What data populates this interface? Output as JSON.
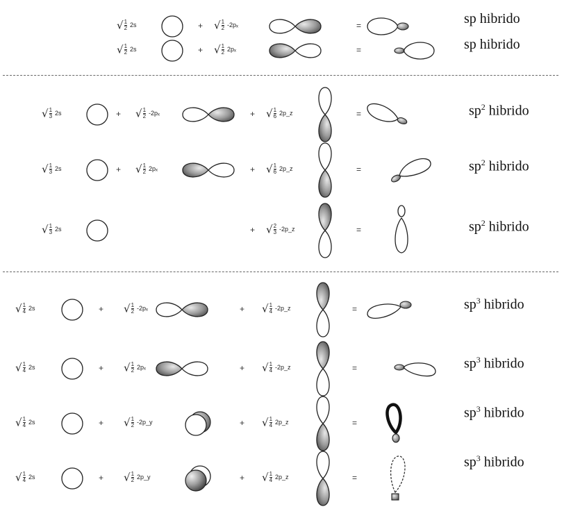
{
  "rows": [
    {
      "terms": [
        {
          "frac": [
            "1",
            "2"
          ],
          "orb": "2s"
        },
        {
          "frac": [
            "1",
            "2"
          ],
          "orb": "-2pₓ"
        }
      ],
      "label": {
        "base": "sp",
        "sup": "",
        "text": "hibrido"
      }
    },
    {
      "terms": [
        {
          "frac": [
            "1",
            "2"
          ],
          "orb": "2s"
        },
        {
          "frac": [
            "1",
            "2"
          ],
          "orb": "2pₓ"
        }
      ],
      "label": {
        "base": "sp",
        "sup": "",
        "text": "hibrido"
      }
    },
    {
      "terms": [
        {
          "frac": [
            "1",
            "3"
          ],
          "orb": "2s"
        },
        {
          "frac": [
            "1",
            "2"
          ],
          "orb": "-2pₓ"
        },
        {
          "frac": [
            "1",
            "6"
          ],
          "orb": "2p_z"
        }
      ],
      "label": {
        "base": "sp",
        "sup": "2",
        "text": "hibrido"
      }
    },
    {
      "terms": [
        {
          "frac": [
            "1",
            "3"
          ],
          "orb": "2s"
        },
        {
          "frac": [
            "1",
            "2"
          ],
          "orb": "2pₓ"
        },
        {
          "frac": [
            "1",
            "6"
          ],
          "orb": "2p_z"
        }
      ],
      "label": {
        "base": "sp",
        "sup": "2",
        "text": "hibrido"
      }
    },
    {
      "terms": [
        {
          "frac": [
            "1",
            "3"
          ],
          "orb": "2s"
        },
        {
          "frac": [
            "2",
            "3"
          ],
          "orb": "-2p_z"
        }
      ],
      "label": {
        "base": "sp",
        "sup": "2",
        "text": "hibrido"
      }
    },
    {
      "terms": [
        {
          "frac": [
            "1",
            "4"
          ],
          "orb": "2s"
        },
        {
          "frac": [
            "1",
            "2"
          ],
          "orb": "-2pₓ"
        },
        {
          "frac": [
            "1",
            "4"
          ],
          "orb": "-2p_z"
        }
      ],
      "label": {
        "base": "sp",
        "sup": "3",
        "text": "hibrido"
      }
    },
    {
      "terms": [
        {
          "frac": [
            "1",
            "4"
          ],
          "orb": "2s"
        },
        {
          "frac": [
            "1",
            "2"
          ],
          "orb": "2pₓ"
        },
        {
          "frac": [
            "1",
            "4"
          ],
          "orb": "-2p_z"
        }
      ],
      "label": {
        "base": "sp",
        "sup": "3",
        "text": "hibrido"
      }
    },
    {
      "terms": [
        {
          "frac": [
            "1",
            "4"
          ],
          "orb": "2s"
        },
        {
          "frac": [
            "1",
            "2"
          ],
          "orb": "-2p_y"
        },
        {
          "frac": [
            "1",
            "4"
          ],
          "orb": "2p_z"
        }
      ],
      "label": {
        "base": "sp",
        "sup": "3",
        "text": "hibrido"
      }
    },
    {
      "terms": [
        {
          "frac": [
            "1",
            "4"
          ],
          "orb": "2s"
        },
        {
          "frac": [
            "1",
            "2"
          ],
          "orb": "2p_y"
        },
        {
          "frac": [
            "1",
            "4"
          ],
          "orb": "2p_z"
        }
      ],
      "label": {
        "base": "sp",
        "sup": "3",
        "text": "hibrido"
      }
    }
  ],
  "operators": {
    "plus": "+",
    "equals": "="
  }
}
